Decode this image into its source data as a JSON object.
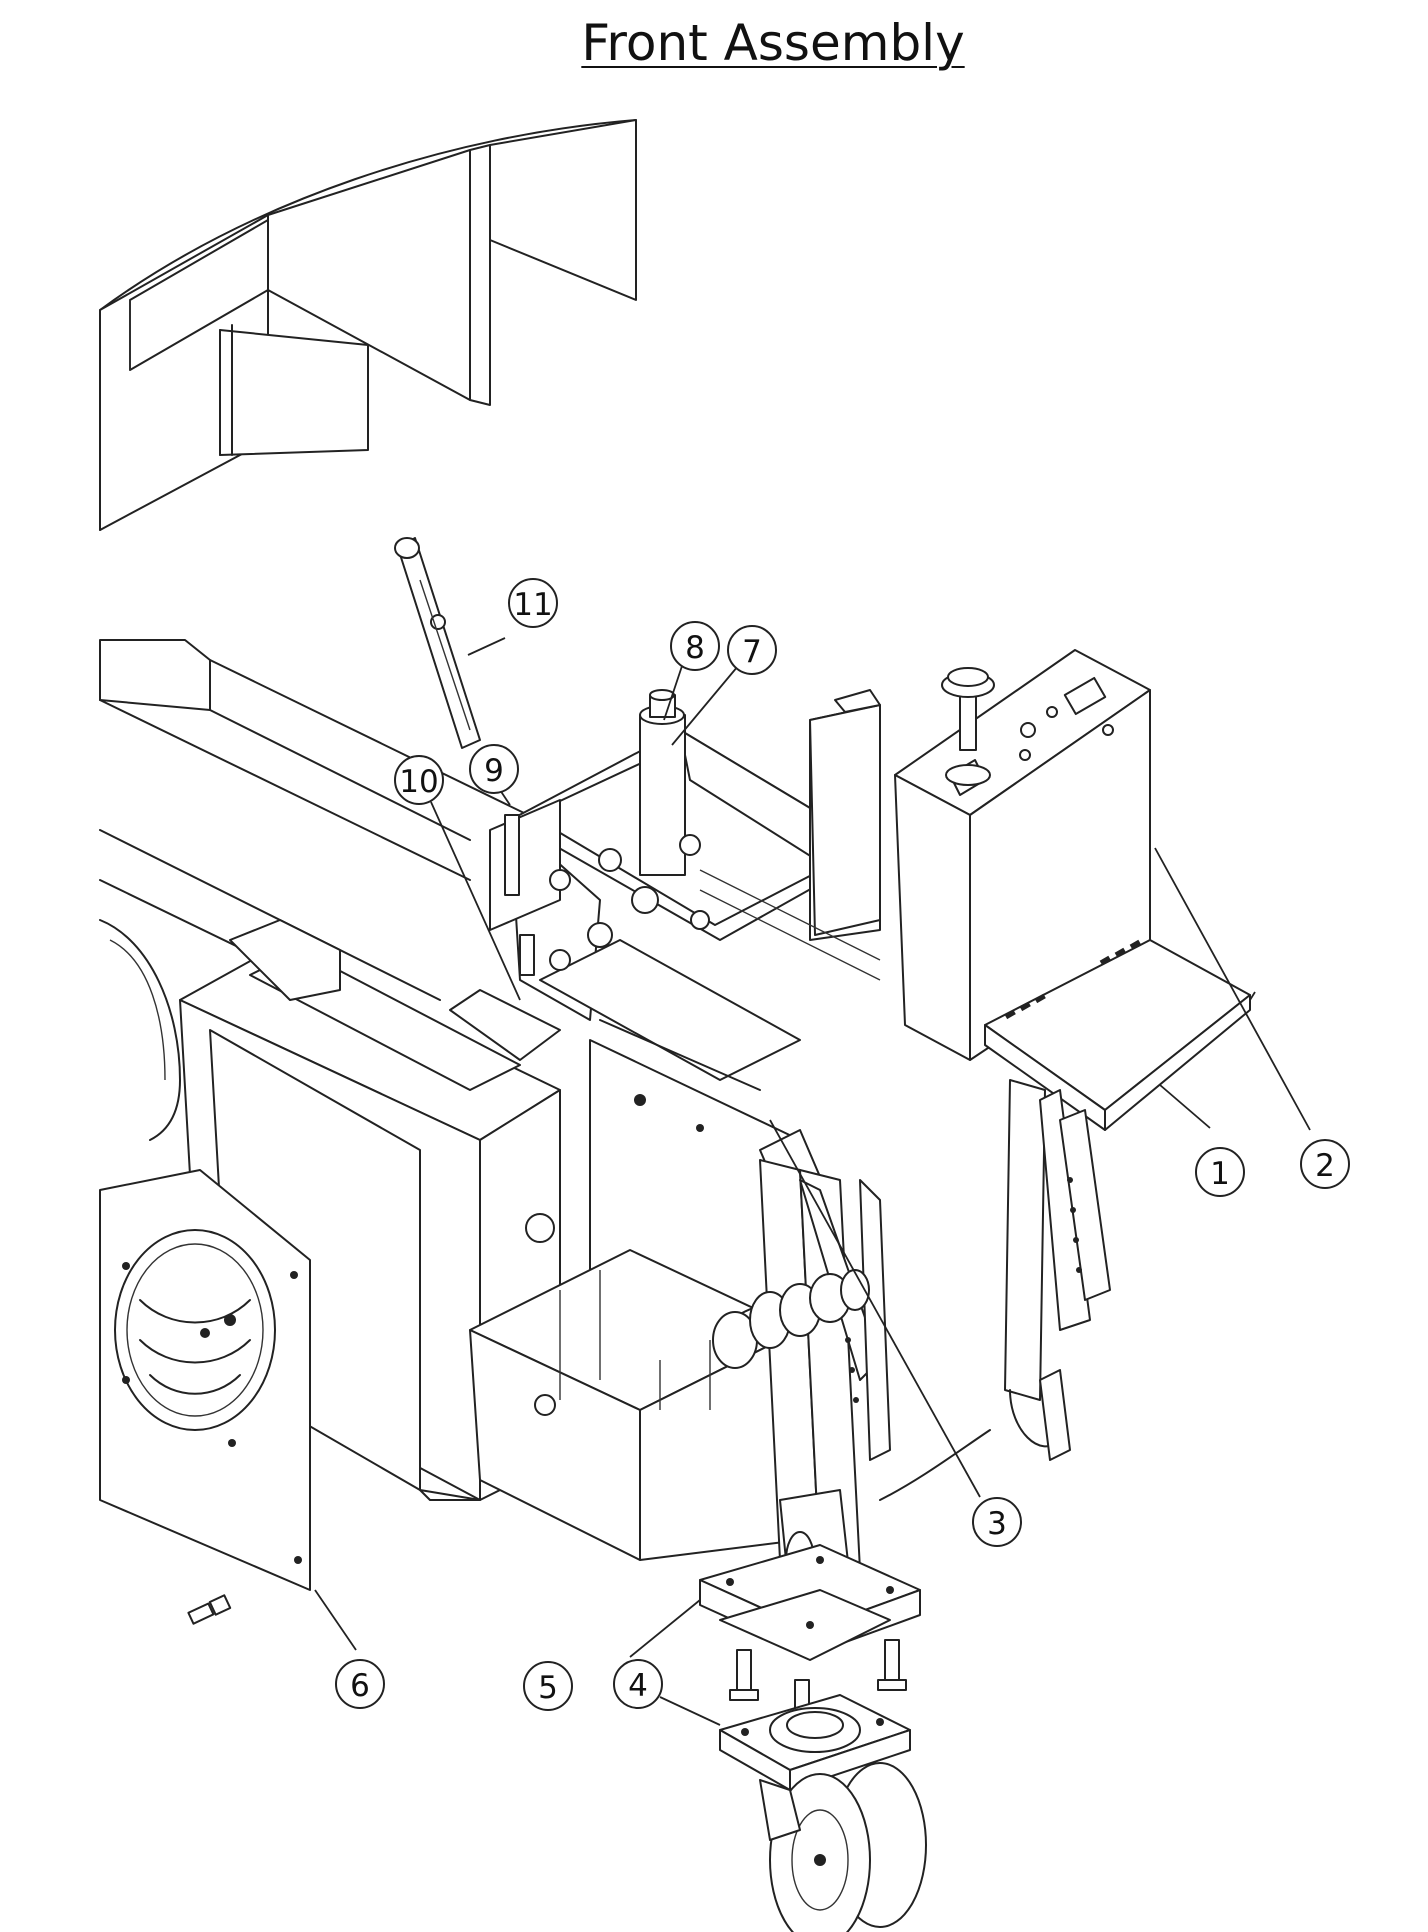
{
  "title": "Front Assembly",
  "callouts": [
    {
      "id": "1",
      "label": "1"
    },
    {
      "id": "2",
      "label": "2"
    },
    {
      "id": "3",
      "label": "3"
    },
    {
      "id": "4",
      "label": "4"
    },
    {
      "id": "5",
      "label": "5"
    },
    {
      "id": "6",
      "label": "6"
    },
    {
      "id": "7",
      "label": "7"
    },
    {
      "id": "8",
      "label": "8"
    },
    {
      "id": "9",
      "label": "9"
    },
    {
      "id": "10",
      "label": "10"
    },
    {
      "id": "11",
      "label": "11"
    }
  ]
}
